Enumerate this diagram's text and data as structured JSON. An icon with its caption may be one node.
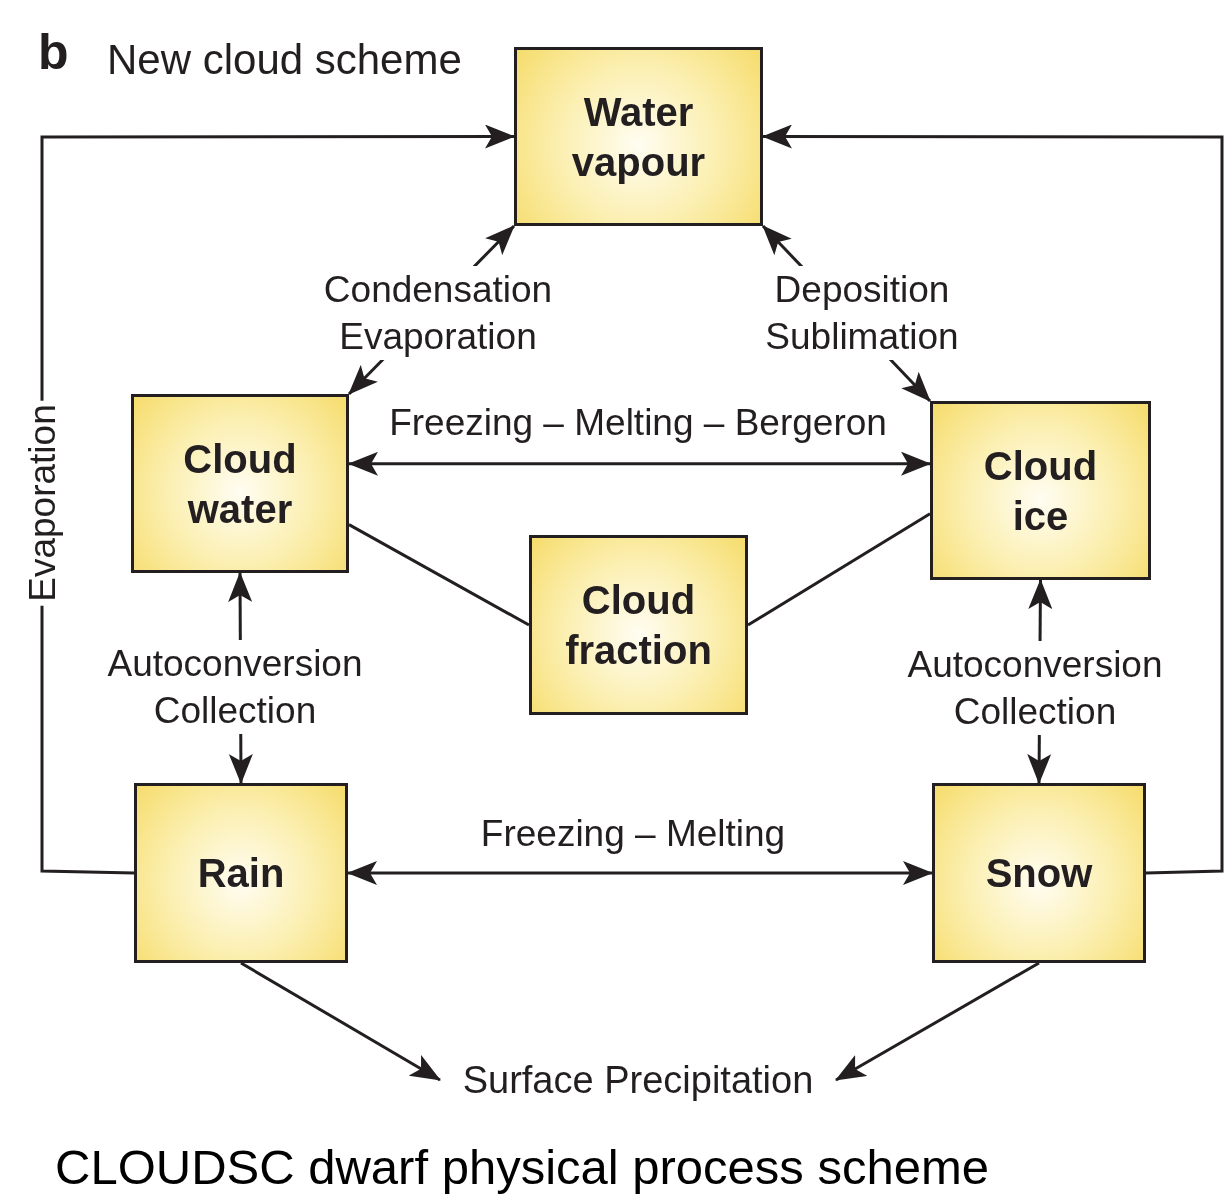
{
  "diagram": {
    "title": "New cloud scheme",
    "caption": "CLOUDSC dwarf physical process scheme",
    "nodes": [
      {
        "text": [
          "Water vapour"
        ]
      },
      {
        "text": [
          "Cloud water"
        ]
      },
      {
        "text": [
          "Cloud ice"
        ]
      },
      {
        "text": [
          "Cloud fraction"
        ]
      },
      {
        "text": [
          "Rain"
        ]
      },
      {
        "text": [
          "Snow"
        ]
      },
      {
        "text": [
          "Surface Precipitation"
        ]
      }
    ],
    "edges": [
      {
        "from": 1,
        "to": 0,
        "arrow": "both",
        "label": "Condensation Evaporation"
      },
      {
        "from": 2,
        "to": 0,
        "arrow": "both",
        "label": "Deposition Sublimation"
      },
      {
        "from": 1,
        "to": 2,
        "arrow": "both",
        "label": "Freezing – Melting – Bergeron"
      },
      {
        "from": 1,
        "to": 3,
        "arrow": "none"
      },
      {
        "from": 2,
        "to": 3,
        "arrow": "none"
      },
      {
        "from": 1,
        "to": 4,
        "arrow": "both",
        "label": "Autoconversion Collection"
      },
      {
        "from": 2,
        "to": 5,
        "arrow": "both",
        "label": "Autoconversion Collection"
      },
      {
        "from": 4,
        "to": 5,
        "arrow": "both",
        "label": "Freezing – Melting"
      },
      {
        "from": 4,
        "to": 0,
        "arrow": "to",
        "label": "Evaporation"
      },
      {
        "from": 5,
        "to": 0,
        "arrow": "to"
      },
      {
        "from": 4,
        "to": 6,
        "arrow": "to"
      },
      {
        "from": 5,
        "to": 6,
        "arrow": "to"
      }
    ],
    "labels": [
      "b"
    ]
  }
}
